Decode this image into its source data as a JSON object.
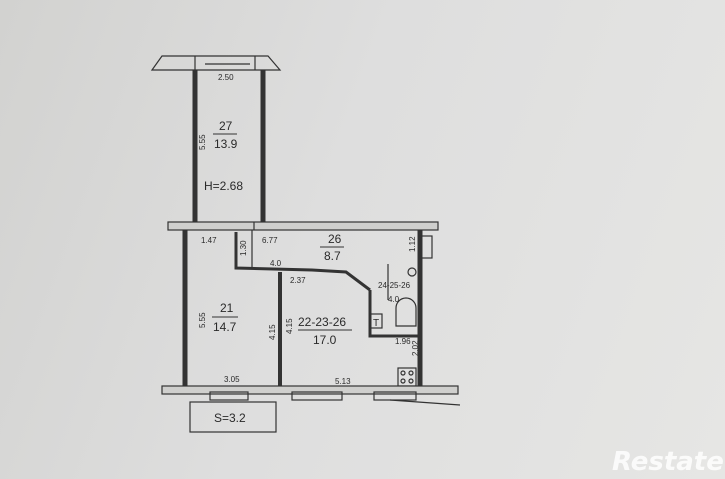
{
  "plan": {
    "rooms": [
      {
        "id": "27",
        "area": "13.9"
      },
      {
        "id": "26",
        "area": "8.7"
      },
      {
        "id": "21",
        "area": "14.7"
      },
      {
        "id": "22-23-26",
        "area": "17.0"
      },
      {
        "id": "24-25-26",
        "area": ""
      }
    ],
    "dims": {
      "top_width": "2.50",
      "upper_height": "5.55",
      "ceiling": "H=2.68",
      "left_stub": "1.47",
      "step": "1.30",
      "hall_width": "6.77",
      "right_stub": "1.12",
      "hall_low": "4.0",
      "diag": "2.37",
      "lower_left_h": "5.55",
      "wall_a": "4.15",
      "wall_b": "4.15",
      "bath_w": "4.0",
      "bath_right": "1.96",
      "bath_h": "2.02",
      "bottom_left": "3.05",
      "bottom_right": "5.13"
    },
    "balcony": "S=3.2",
    "toilet_mark": "T"
  },
  "watermark": {
    "text": "Restate"
  }
}
